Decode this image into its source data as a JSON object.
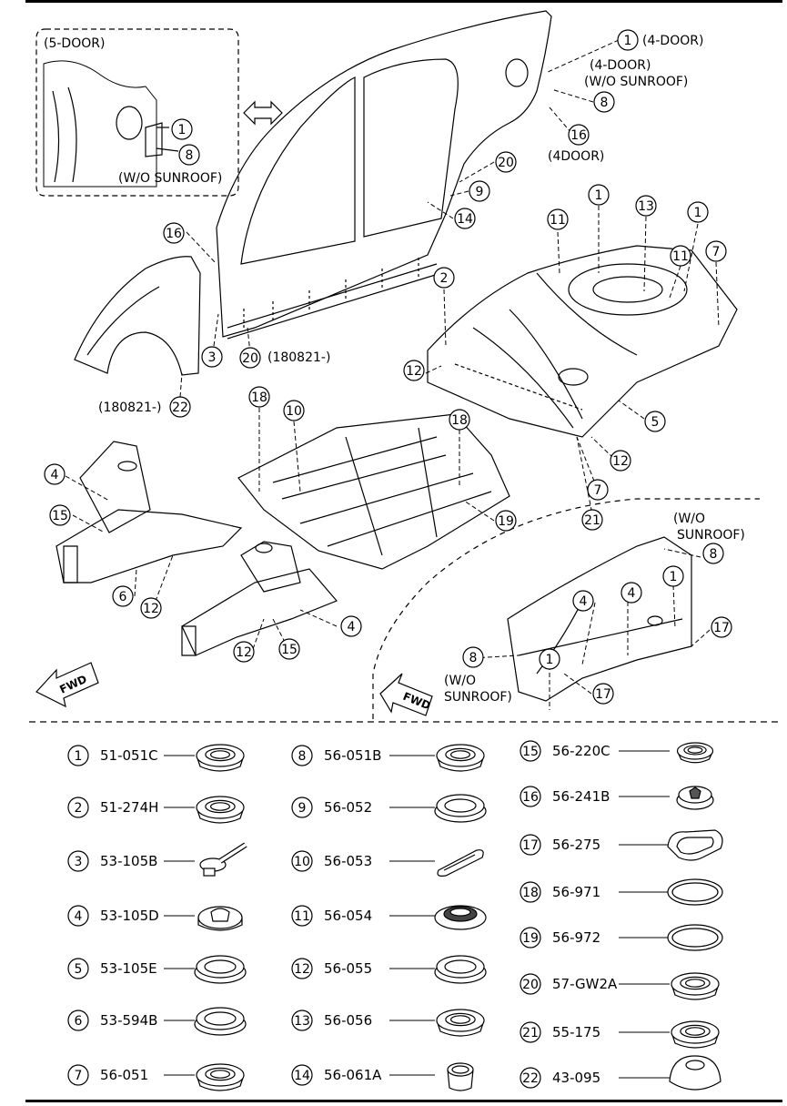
{
  "notes": {
    "five_door": "(5-DOOR)",
    "four_door": "(4-DOOR)",
    "four_door_wo_sunroof_l1": "(4-DOOR)",
    "four_door_wo_sunroof_l2": "(W/O SUNROOF)",
    "four_door_b": "(4DOOR)",
    "wo_sunroof_inset": "(W/O SUNROOF)",
    "date_a": "(180821-)",
    "date_b": "(180821-)",
    "wo_sunroof_r1": "(W/O",
    "wo_sunroof_r2": "SUNROOF)",
    "wo_sunroof_b1": "(W/O",
    "wo_sunroof_b2": "SUNROOF)",
    "fwd": "FWD"
  },
  "callouts": {
    "c1a": "1",
    "c8a": "8",
    "c1b": "1",
    "c8b": "8",
    "c16a": "16",
    "c20a": "20",
    "c9": "9",
    "c14": "14",
    "c16b": "16",
    "c3": "3",
    "c20b": "20",
    "c22": "22",
    "c1c": "1",
    "c13": "13",
    "c1d": "1",
    "c11a": "11",
    "c11b": "11",
    "c7a": "7",
    "c2": "2",
    "c12a": "12",
    "c5": "5",
    "c12b": "12",
    "c7b": "7",
    "c21": "21",
    "c18a": "18",
    "c10": "10",
    "c18b": "18",
    "c19": "19",
    "c4a": "4",
    "c15a": "15",
    "c6": "6",
    "c12c": "12",
    "c4b": "4",
    "c12d": "12",
    "c15b": "15",
    "c8c": "8",
    "c1e": "1",
    "c4c": "4",
    "c4d": "4",
    "c17a": "17",
    "c8d": "8",
    "c1f": "1",
    "c17b": "17"
  },
  "parts_legend": [
    {
      "num": "1",
      "code": "51-051C"
    },
    {
      "num": "2",
      "code": "51-274H"
    },
    {
      "num": "3",
      "code": "53-105B"
    },
    {
      "num": "4",
      "code": "53-105D"
    },
    {
      "num": "5",
      "code": "53-105E"
    },
    {
      "num": "6",
      "code": "53-594B"
    },
    {
      "num": "7",
      "code": "56-051"
    },
    {
      "num": "8",
      "code": "56-051B"
    },
    {
      "num": "9",
      "code": "56-052"
    },
    {
      "num": "10",
      "code": "56-053"
    },
    {
      "num": "11",
      "code": "56-054"
    },
    {
      "num": "12",
      "code": "56-055"
    },
    {
      "num": "13",
      "code": "56-056"
    },
    {
      "num": "14",
      "code": "56-061A"
    },
    {
      "num": "15",
      "code": "56-220C"
    },
    {
      "num": "16",
      "code": "56-241B"
    },
    {
      "num": "17",
      "code": "56-275"
    },
    {
      "num": "18",
      "code": "56-971"
    },
    {
      "num": "19",
      "code": "56-972"
    },
    {
      "num": "20",
      "code": "57-GW2A"
    },
    {
      "num": "21",
      "code": "55-175"
    },
    {
      "num": "22",
      "code": "43-095"
    }
  ]
}
